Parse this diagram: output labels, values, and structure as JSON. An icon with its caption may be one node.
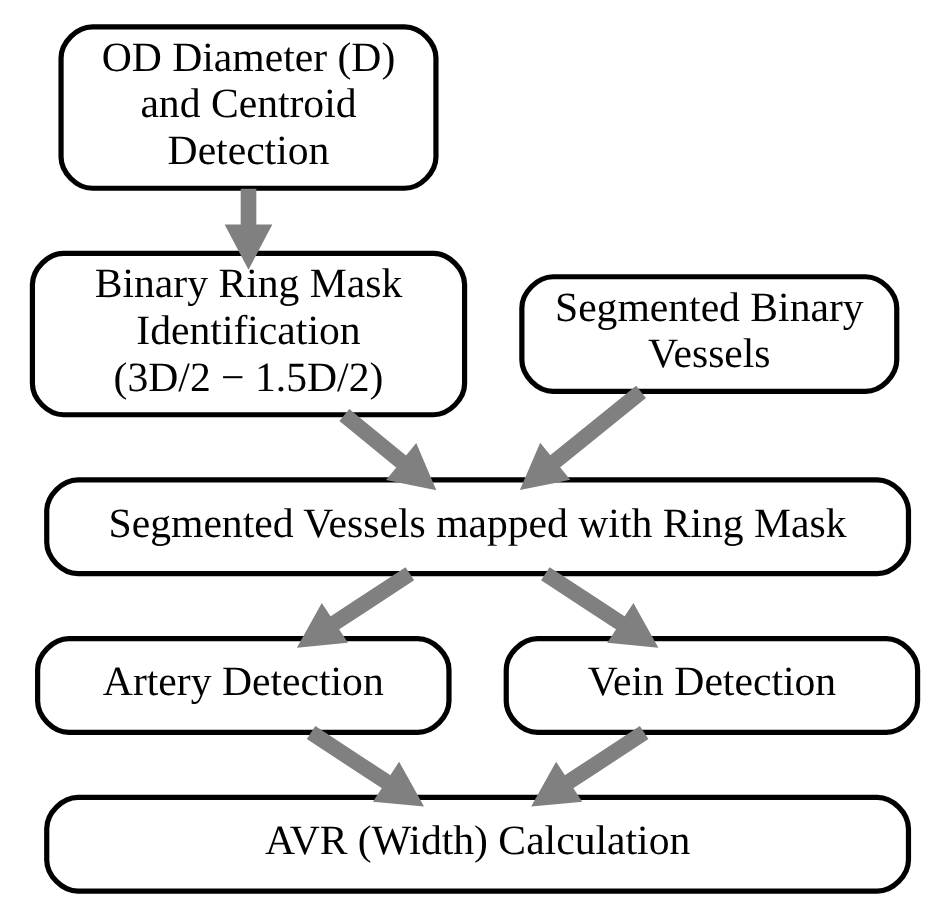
{
  "diagram": {
    "nodes": [
      {
        "text": [
          "OD Diameter (D) and Centroid Detection"
        ]
      },
      {
        "text": [
          "Binary Ring Mask Identification (3D/2 − 1.5D/2)"
        ]
      },
      {
        "text": [
          "Segmented Binary Vessels"
        ]
      },
      {
        "text": [
          "Segmented Vessels mapped with Ring Mask"
        ]
      },
      {
        "text": [
          "Artery Detection"
        ]
      },
      {
        "text": [
          "Vein Detection"
        ]
      },
      {
        "text": [
          "AVR (Width) Calculation"
        ]
      }
    ],
    "edges": [
      {
        "from": 0,
        "to": 1,
        "arrow": "to"
      },
      {
        "from": 1,
        "to": 3,
        "arrow": "to"
      },
      {
        "from": 2,
        "to": 3,
        "arrow": "to"
      },
      {
        "from": 3,
        "to": 4,
        "arrow": "to"
      },
      {
        "from": 3,
        "to": 5,
        "arrow": "to"
      },
      {
        "from": 4,
        "to": 6,
        "arrow": "to"
      },
      {
        "from": 5,
        "to": 6,
        "arrow": "to"
      }
    ]
  }
}
